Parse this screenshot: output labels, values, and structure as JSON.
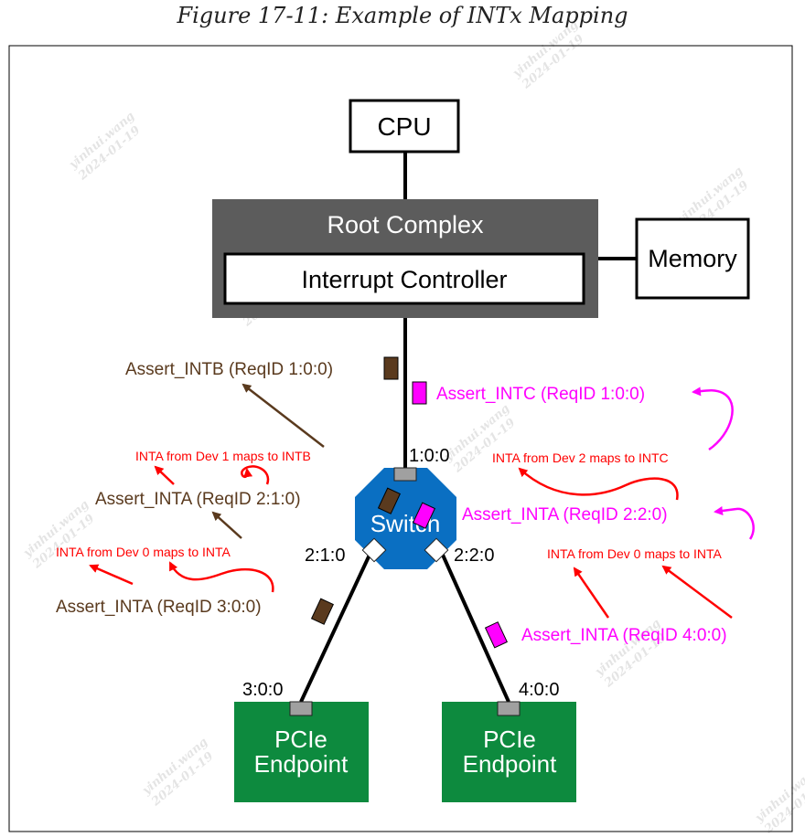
{
  "caption": "Figure 17-11: Example of INTx Mapping",
  "nodes": {
    "cpu": "CPU",
    "root_complex": "Root Complex",
    "interrupt_controller": "Interrupt Controller",
    "memory": "Memory",
    "switch": "Switch",
    "endpoint_left": [
      "PCIe",
      "Endpoint"
    ],
    "endpoint_right": [
      "PCIe",
      "Endpoint"
    ]
  },
  "bus_ids": {
    "switch_upstream": "1:0:0",
    "switch_left_port": "2:1:0",
    "switch_right_port": "2:2:0",
    "endpoint_left": "3:0:0",
    "endpoint_right": "4:0:0"
  },
  "messages": {
    "assert_intb": "Assert_INTB (ReqID 1:0:0)",
    "assert_intc": "Assert_INTC (ReqID 1:0:0)",
    "assert_inta_left_switch": "Assert_INTA (ReqID 2:1:0)",
    "assert_inta_right_switch": "Assert_INTA (ReqID 2:2:0)",
    "assert_inta_ep_left": "Assert_INTA (ReqID 3:0:0)",
    "assert_inta_ep_right": "Assert_INTA (ReqID 4:0:0)"
  },
  "mappings": {
    "dev1_to_intb": "INTA from Dev 1 maps to INTB",
    "dev2_to_intc": "INTA from Dev 2 maps to INTC",
    "dev0_to_inta_left": "INTA from Dev 0 maps to INTA",
    "dev0_to_inta_right": "INTA from Dev 0 maps to INTA"
  },
  "watermark": [
    "yinhui.wang",
    "2024-01-19"
  ],
  "colors": {
    "brown": "#5a3a1e",
    "magenta": "#ff00ff",
    "red": "#ff0000",
    "switch_blue": "#0a6fc2",
    "endpoint_green": "#0d8a3e",
    "root_complex_gray": "#5c5c5c"
  }
}
